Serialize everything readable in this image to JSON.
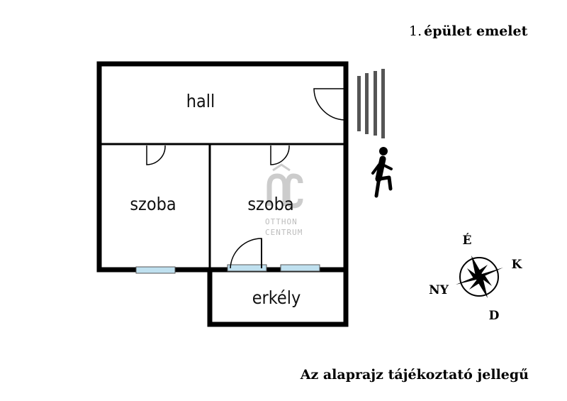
{
  "header": {
    "floor_number": "1.",
    "floor_label": "épület emelet"
  },
  "rooms": {
    "hall": "hall",
    "room1": "szoba",
    "room2": "szoba",
    "balcony": "erkély"
  },
  "compass": {
    "north": "É",
    "east": "K",
    "west": "NY",
    "south": "D"
  },
  "watermark": {
    "logo": "OC",
    "line1": "OTTHON",
    "line2": "CENTRUM"
  },
  "footer": {
    "disclaimer": "Az alaprajz tájékoztató jellegű"
  },
  "colors": {
    "wall": "#000000",
    "window": "#bfe0ef",
    "stairs": "#555555",
    "watermark": "#bdbdbd"
  }
}
